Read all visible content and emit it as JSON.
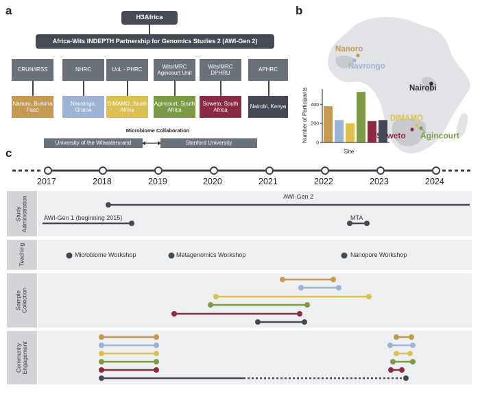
{
  "panel_a": {
    "letter": "a",
    "top": "H3Africa",
    "study": "Africa-Wits INDEPTH Partnership for Genomics Studies 2 (AWI-Gen 2)",
    "institutes": [
      "CRUN/IRSS",
      "NHRC",
      "UoL - PHRC",
      "Wits/MRC Agincourt Unit",
      "Wits/MRC DPHRU",
      "APHRC"
    ],
    "sites": [
      {
        "label": "Nanoro, Burkina Faso",
        "color": "#c49a52"
      },
      {
        "label": "Navrongo, Ghana",
        "color": "#9db3d6"
      },
      {
        "label": "DIMAMO, South Africa",
        "color": "#dcc052"
      },
      {
        "label": "Agincourt, South Africa",
        "color": "#7d9a47"
      },
      {
        "label": "Soweto, South Africa",
        "color": "#8b2b43"
      },
      {
        "label": "Nairobi, Kenya",
        "color": "#444955"
      }
    ],
    "collab_title": "Microbiome Collaboration",
    "collab_left": "University of the Witwatersrand",
    "collab_right": "Stanford University"
  },
  "panel_b": {
    "letter": "b",
    "map_labels": {
      "nanoro": "Nanoro",
      "navrongo": "Navrongo",
      "nairobi": "Nairobi",
      "dimamo": "DIMAMO",
      "soweto": "Soweto",
      "agincourt": "Agincourt"
    },
    "colors": {
      "nanoro": "#c49a52",
      "navrongo": "#9db3d6",
      "nairobi": "#2b2f36",
      "dimamo": "#dcc052",
      "soweto": "#8b2b43",
      "agincourt": "#7d9a47"
    }
  },
  "chart_data": {
    "type": "bar",
    "categories": [
      "Nanoro",
      "Navrongo",
      "DIMAMO",
      "Agincourt",
      "Soweto",
      "Nairobi"
    ],
    "values": [
      380,
      235,
      200,
      530,
      225,
      235
    ],
    "colors": [
      "#c49a52",
      "#9db3d6",
      "#dcc052",
      "#7d9a47",
      "#8b2b43",
      "#444955"
    ],
    "xlabel": "Site",
    "ylabel": "Number of Participants",
    "ylim": [
      0,
      560
    ],
    "yticks": [
      0,
      200,
      400
    ],
    "grid": false
  },
  "panel_c": {
    "letter": "c",
    "years": [
      "2017",
      "2018",
      "2019",
      "2020",
      "2021",
      "2022",
      "2023",
      "2024"
    ],
    "sections": {
      "admin": "Study Administration",
      "teaching": "Teaching",
      "sample": "Sample Collection",
      "community": "Community Engagement"
    },
    "admin_labels": {
      "awigen2": "AWI-Gen 2",
      "awigen1": "AWI-Gen 1 (beginning 2015)",
      "mta": "MTA"
    },
    "workshops": [
      "Microbiome Workshop",
      "Metagenomics Workshop",
      "Nanopore Workshop"
    ]
  }
}
